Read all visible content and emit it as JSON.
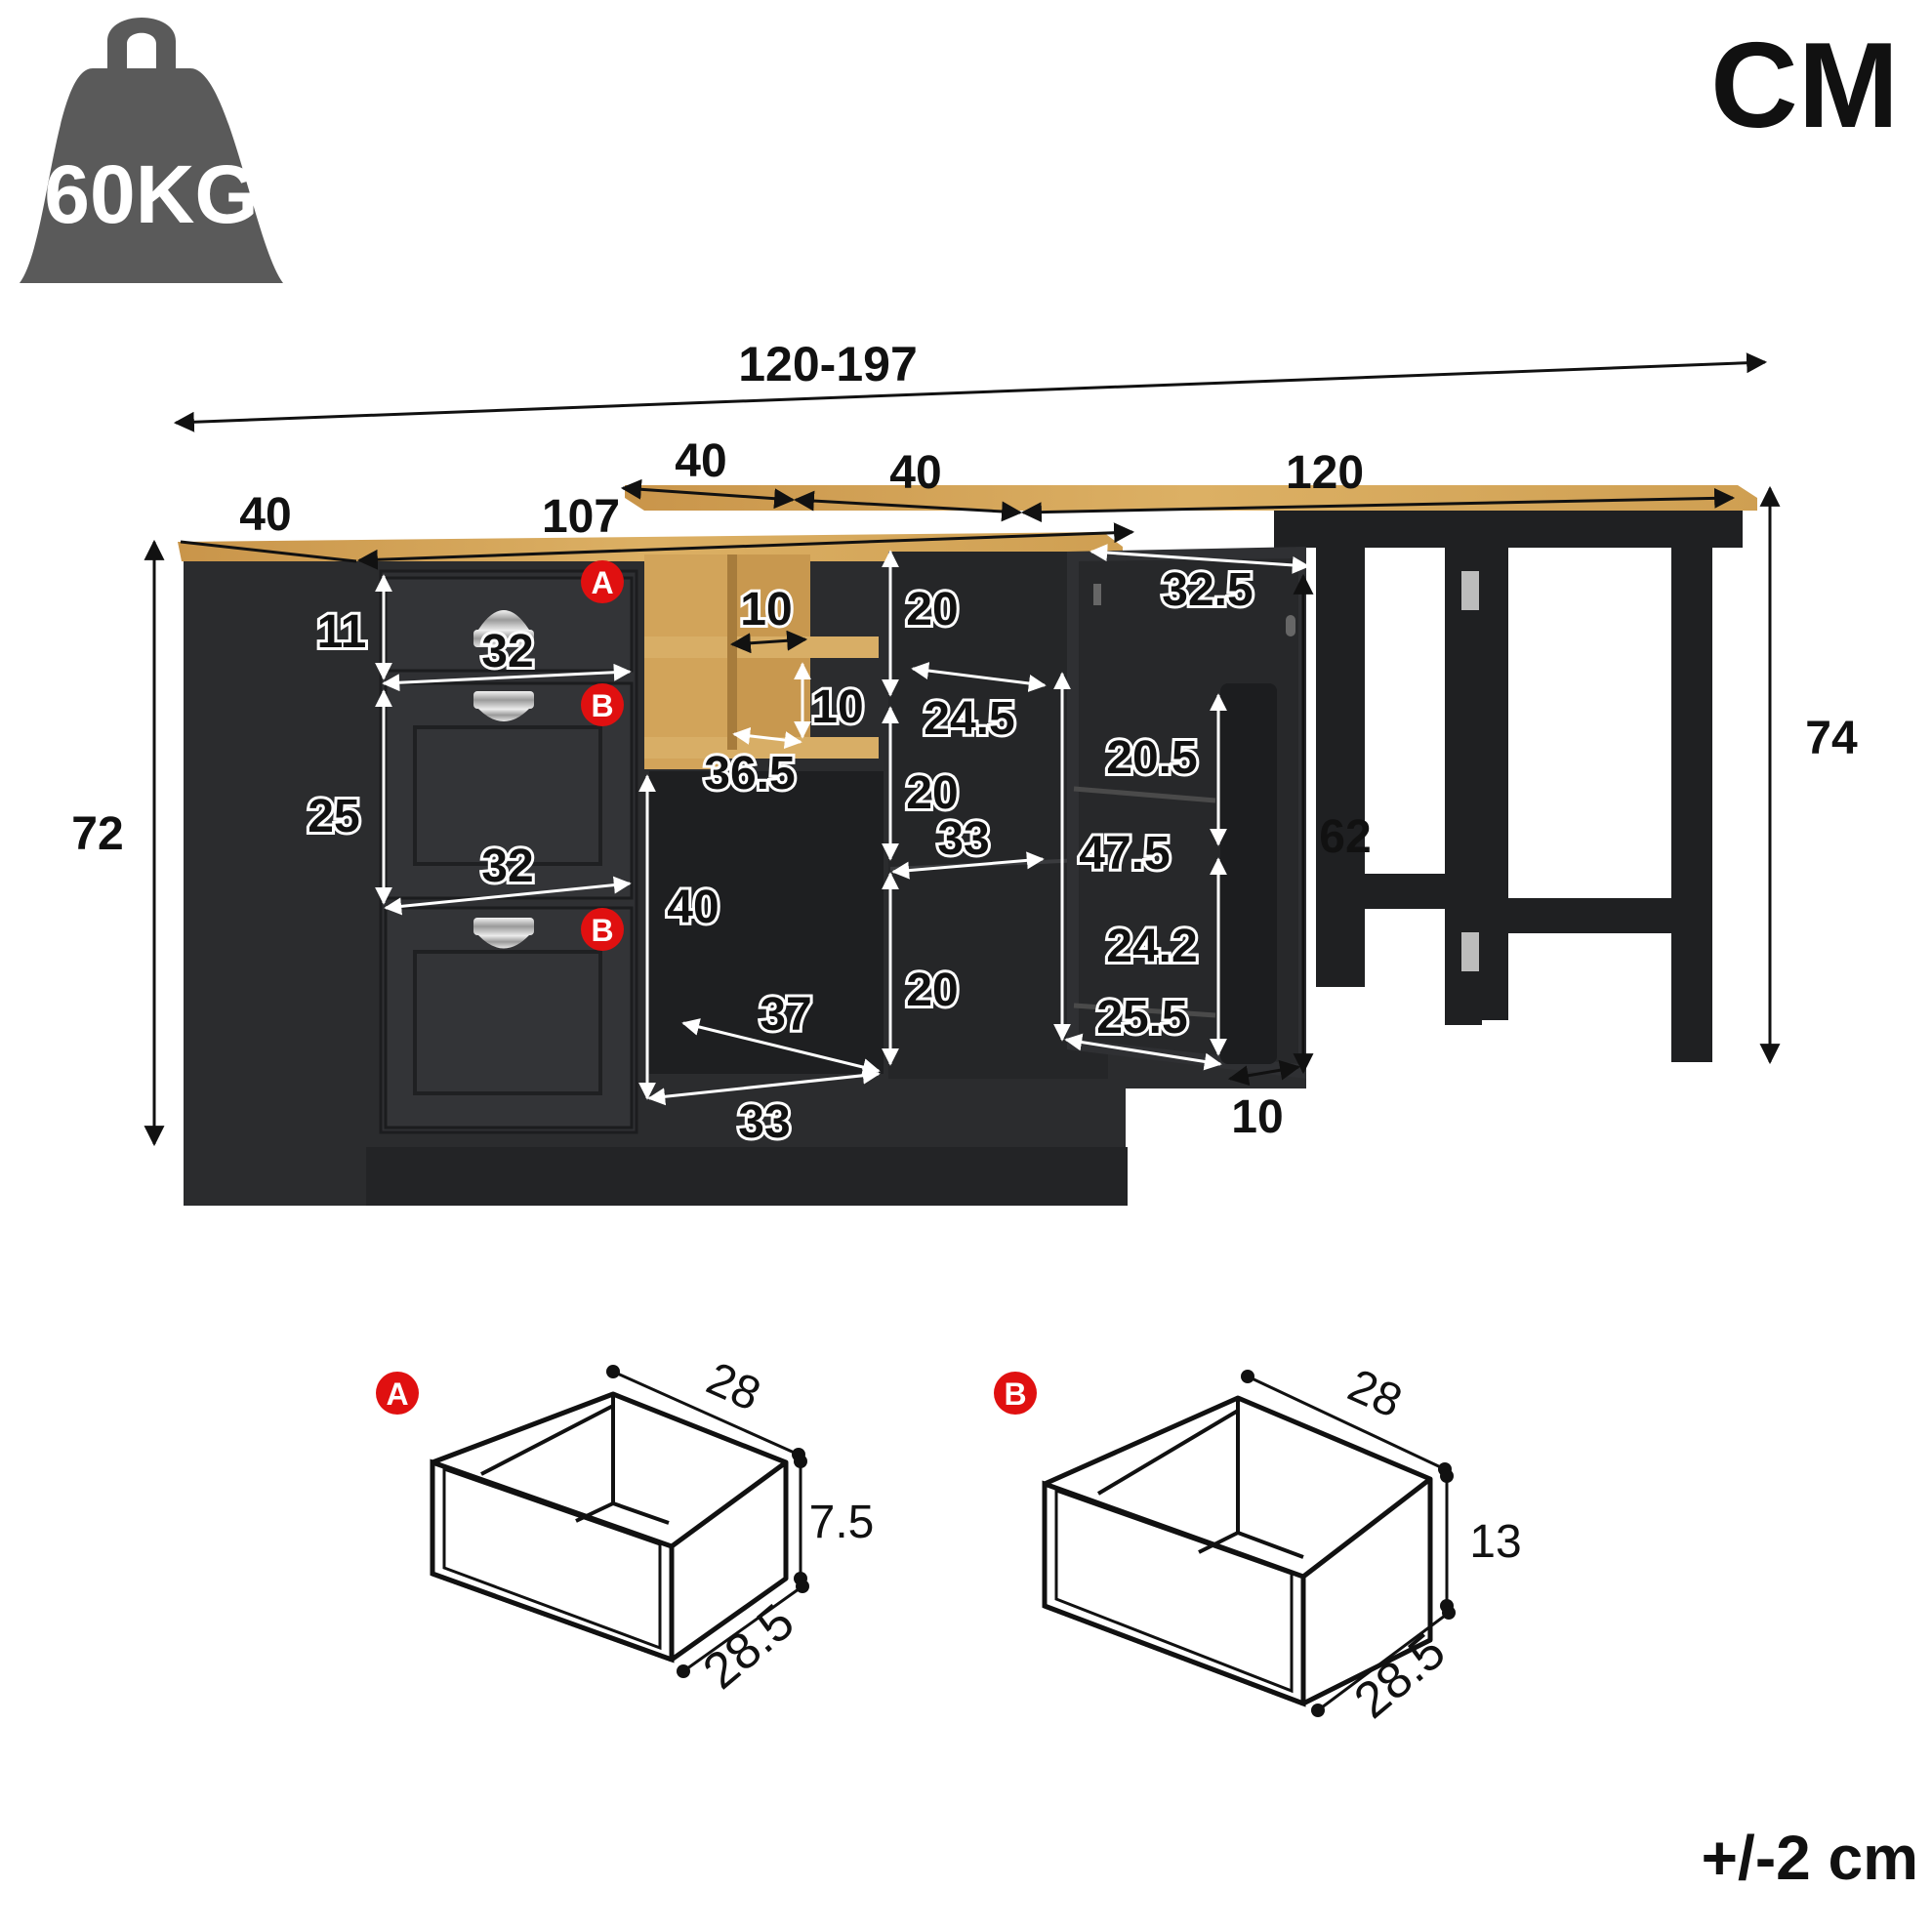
{
  "header": {
    "weight_label": "60KG",
    "unit_label": "CM",
    "tolerance_label": "+/-2 cm"
  },
  "dimensions": {
    "overall_width": "120-197",
    "cabinet_depth": "40",
    "cabinet_width": "107",
    "desk_depth_left": "40",
    "desk_depth_right": "40",
    "desk_width": "120",
    "cabinet_height": "72",
    "desk_height": "74",
    "drawer_a_height": "11",
    "drawer_a_width": "32",
    "drawer_b_height": "25",
    "drawer_b_width": "32",
    "cubby_width": "10",
    "cubby_height": "10",
    "cubby_depth": "36.5",
    "open_shelf_height": "40",
    "open_shelf_depth": "37",
    "open_shelf_width": "33",
    "center_upper_height": "20",
    "center_depth": "24.5",
    "center_mid_height": "20",
    "center_width": "33",
    "center_lower_height": "20",
    "door_width": "32.5",
    "door_shelf_height": "20.5",
    "door_inner_height": "47.5",
    "door_lower_height": "24.2",
    "door_shelf_width": "25.5",
    "door_depth": "10",
    "door_height": "62"
  },
  "drawer_markers": {
    "a": "A",
    "b": "B"
  },
  "drawer_a": {
    "marker": "A",
    "width": "28",
    "height": "7.5",
    "depth": "28.5"
  },
  "drawer_b": {
    "marker": "B",
    "width": "28",
    "height": "13",
    "depth": "28.5"
  },
  "colors": {
    "cabinet": "#2b2c2e",
    "wood_top": "#d4a554",
    "marker_red": "#e01010",
    "weight_gray": "#5a5a5a",
    "ink": "#111111"
  },
  "icons": {
    "weight": "kettlebell-weight-icon",
    "handle": "cup-pull-handle-icon"
  }
}
